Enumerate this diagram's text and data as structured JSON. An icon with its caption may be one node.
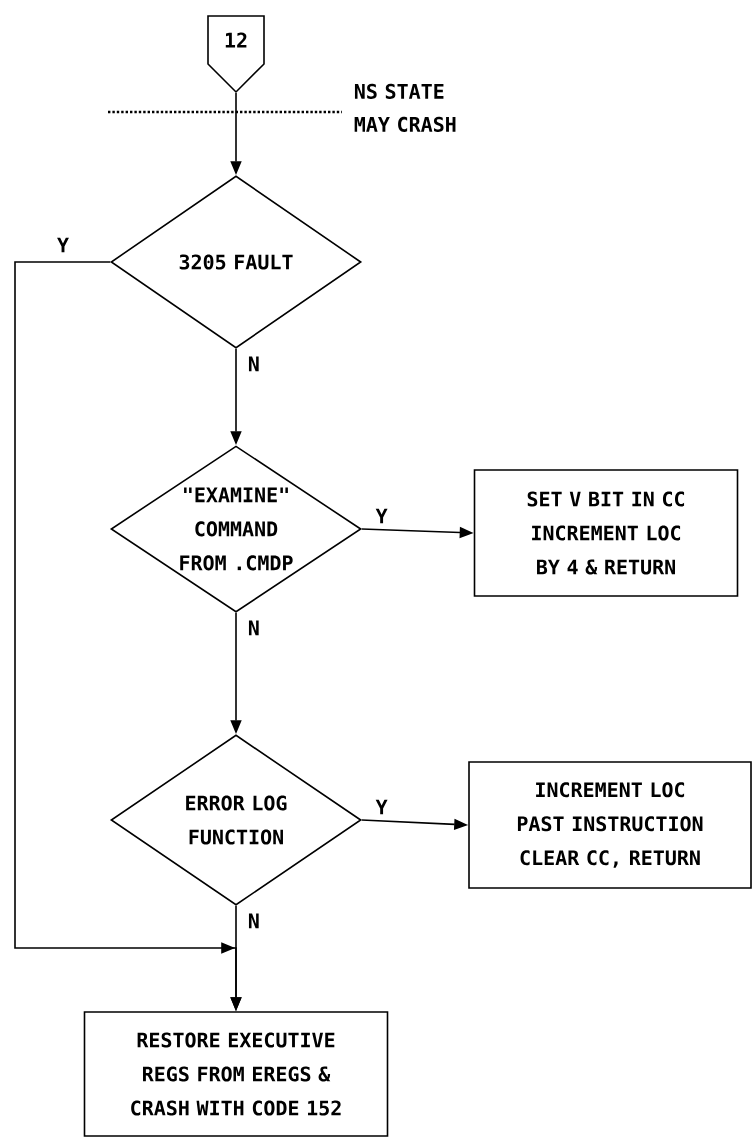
{
  "diagram": {
    "nodes": [
      {
        "text": [
          "12"
        ]
      },
      {
        "text": [
          "3205 FAULT"
        ]
      },
      {
        "text": [
          "\"EXAMINE\" COMMAND FROM .CMDP"
        ]
      },
      {
        "text": [
          "SET V BIT IN CC INCREMENT LOC BY 4 & RETURN"
        ]
      },
      {
        "text": [
          "ERROR LOG FUNCTION"
        ]
      },
      {
        "text": [
          "INCREMENT LOC PAST INSTRUCTION CLEAR CC, RETURN"
        ]
      },
      {
        "text": [
          "RESTORE EXECUTIVE REGS FROM EREGS & CRASH WITH CODE 152"
        ]
      }
    ],
    "edges": [
      {
        "from": 0,
        "to": 1,
        "arrow": "to"
      },
      {
        "from": 1,
        "to": 2,
        "arrow": "to",
        "label": "N"
      },
      {
        "from": 1,
        "to": 6,
        "arrow": "to",
        "label": "Y"
      },
      {
        "from": 2,
        "to": 3,
        "arrow": "to",
        "label": "Y"
      },
      {
        "from": 2,
        "to": 4,
        "arrow": "to",
        "label": "N"
      },
      {
        "from": 4,
        "to": 5,
        "arrow": "to",
        "label": "Y"
      },
      {
        "from": 4,
        "to": 6,
        "arrow": "to",
        "label": "N"
      }
    ],
    "labels": [
      "NS STATE MAY CRASH"
    ]
  }
}
